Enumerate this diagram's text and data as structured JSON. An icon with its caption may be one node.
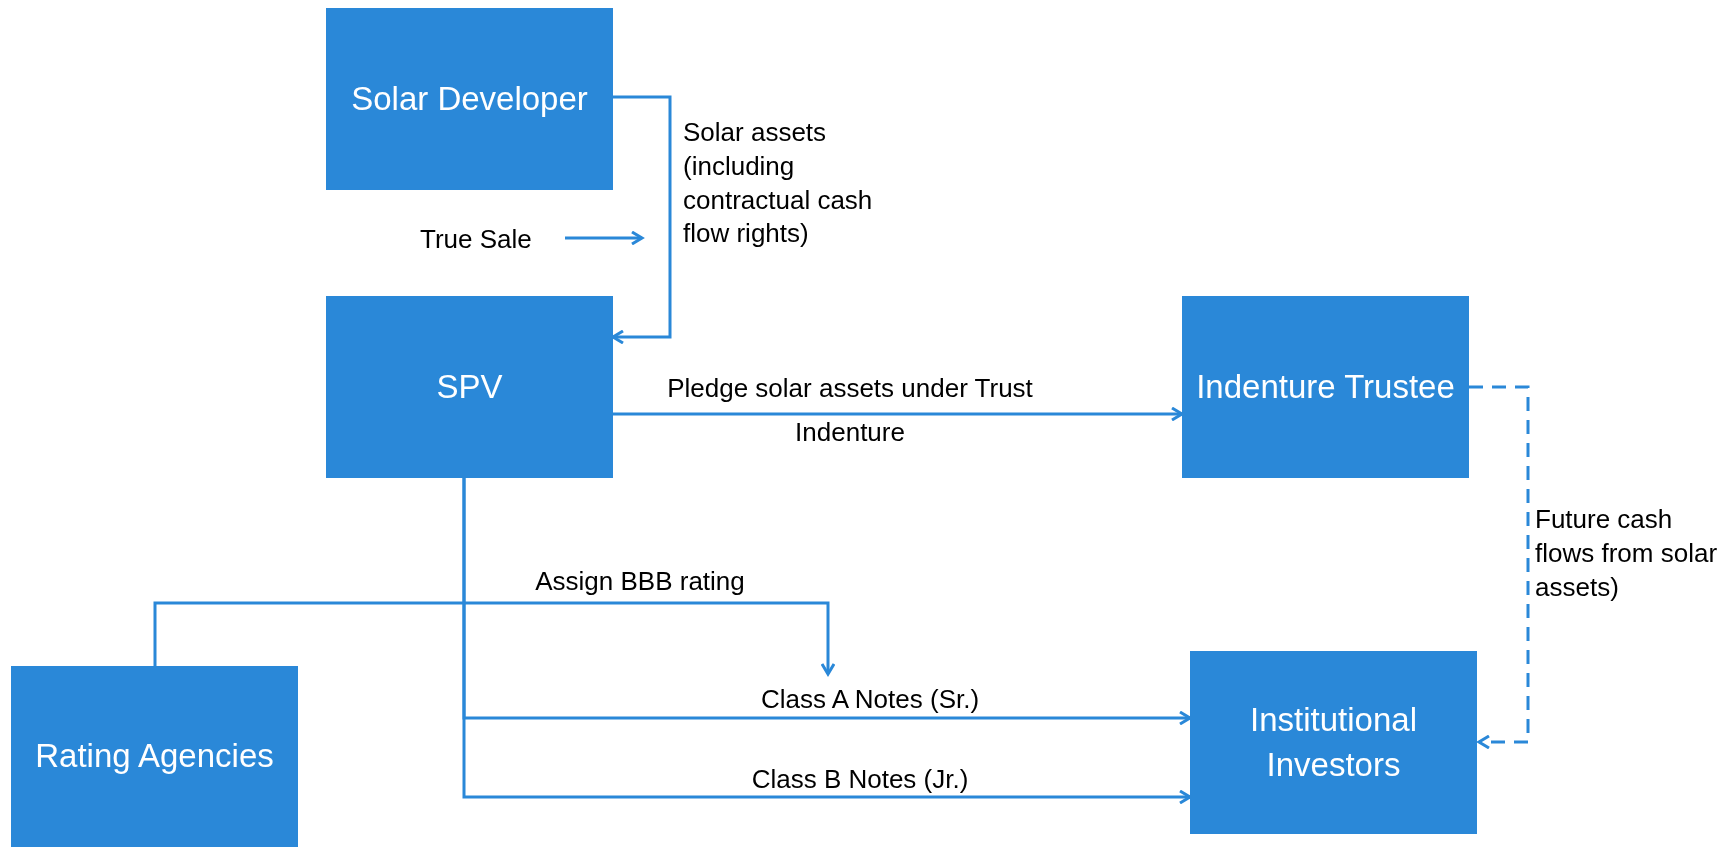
{
  "diagram": {
    "nodes": [
      {
        "text": [
          "Solar Developer"
        ]
      },
      {
        "text": [
          "SPV"
        ]
      },
      {
        "text": [
          "Indenture Trustee"
        ]
      },
      {
        "text": [
          "Rating Agencies"
        ]
      },
      {
        "text": [
          "Institutional Investors"
        ]
      }
    ],
    "edges": [
      {
        "from": 0,
        "to": 1,
        "arrow": "to",
        "label": "Solar assets (including contractual cash flow rights)"
      },
      {
        "from": 1,
        "to": 2,
        "arrow": "to",
        "label": "Pledge solar assets under Trust Indenture"
      },
      {
        "from": 2,
        "to": 4,
        "arrow": "to",
        "style": "dashed",
        "label": "Future cash flows from solar assets)"
      },
      {
        "from": 1,
        "to": 4,
        "arrow": "to",
        "label": "Class A Notes (Sr.)"
      },
      {
        "from": 1,
        "to": 4,
        "arrow": "to",
        "label": "Class B Notes (Jr.)"
      },
      {
        "from": 3,
        "to": null,
        "arrow": "to",
        "label": "Assign BBB rating"
      }
    ],
    "labels": [
      "True Sale"
    ]
  }
}
